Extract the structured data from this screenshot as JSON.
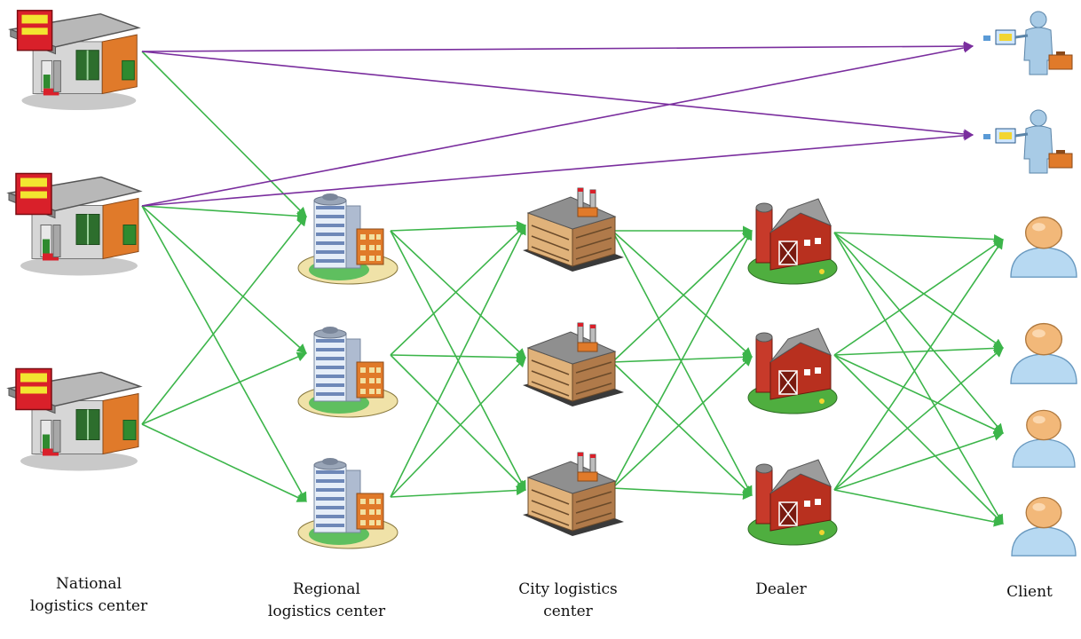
{
  "colors": {
    "green_arrow": "#3cb54a",
    "purple_arrow": "#7a2e9e",
    "label_text": "#111111"
  },
  "tiers": [
    {
      "key": "national",
      "icon": "gas-station-icon",
      "count": 3,
      "label_lines": [
        "National",
        "logistics center"
      ]
    },
    {
      "key": "regional",
      "icon": "office-tower-icon",
      "count": 3,
      "label_lines": [
        "Regional",
        "logistics center"
      ]
    },
    {
      "key": "city",
      "icon": "factory-icon",
      "count": 3,
      "label_lines": [
        "City logistics",
        "center"
      ]
    },
    {
      "key": "dealer",
      "icon": "barn-icon",
      "count": 3,
      "label_lines": [
        "Dealer"
      ]
    },
    {
      "key": "client",
      "icon": "person-icon",
      "count": 6,
      "label_lines": [
        "Client"
      ]
    }
  ],
  "flows": {
    "direct_national_to_client": [
      [
        0,
        0
      ],
      [
        0,
        1
      ],
      [
        1,
        0
      ],
      [
        1,
        1
      ]
    ],
    "national_to_regional": [
      [
        0,
        0
      ],
      [
        1,
        0
      ],
      [
        1,
        1
      ],
      [
        1,
        2
      ],
      [
        2,
        0
      ],
      [
        2,
        1
      ],
      [
        2,
        2
      ]
    ],
    "regional_to_city": [
      [
        0,
        0
      ],
      [
        0,
        1
      ],
      [
        0,
        2
      ],
      [
        1,
        0
      ],
      [
        1,
        1
      ],
      [
        1,
        2
      ],
      [
        2,
        0
      ],
      [
        2,
        1
      ],
      [
        2,
        2
      ]
    ],
    "city_to_dealer": [
      [
        0,
        0
      ],
      [
        0,
        1
      ],
      [
        0,
        2
      ],
      [
        1,
        0
      ],
      [
        1,
        1
      ],
      [
        1,
        2
      ],
      [
        2,
        0
      ],
      [
        2,
        1
      ],
      [
        2,
        2
      ]
    ],
    "dealer_to_client": [
      [
        0,
        2
      ],
      [
        0,
        3
      ],
      [
        0,
        4
      ],
      [
        0,
        5
      ],
      [
        1,
        2
      ],
      [
        1,
        3
      ],
      [
        1,
        4
      ],
      [
        1,
        5
      ],
      [
        2,
        2
      ],
      [
        2,
        3
      ],
      [
        2,
        4
      ],
      [
        2,
        5
      ]
    ]
  }
}
